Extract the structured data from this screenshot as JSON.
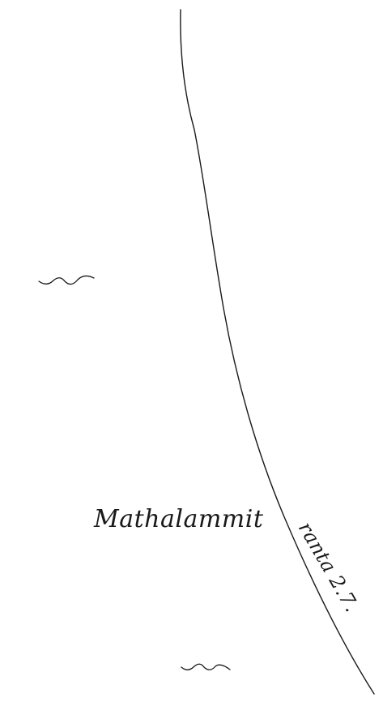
{
  "map": {
    "place_name": "Mathalammit",
    "shore_note": "ranta 2.7.",
    "ink_color": "#1a1a1a",
    "background_color": "#ffffff",
    "features": [
      {
        "type": "shoreline",
        "description_icon": "hand-drawn-line"
      },
      {
        "type": "wetland-symbol",
        "count": 2
      }
    ]
  }
}
